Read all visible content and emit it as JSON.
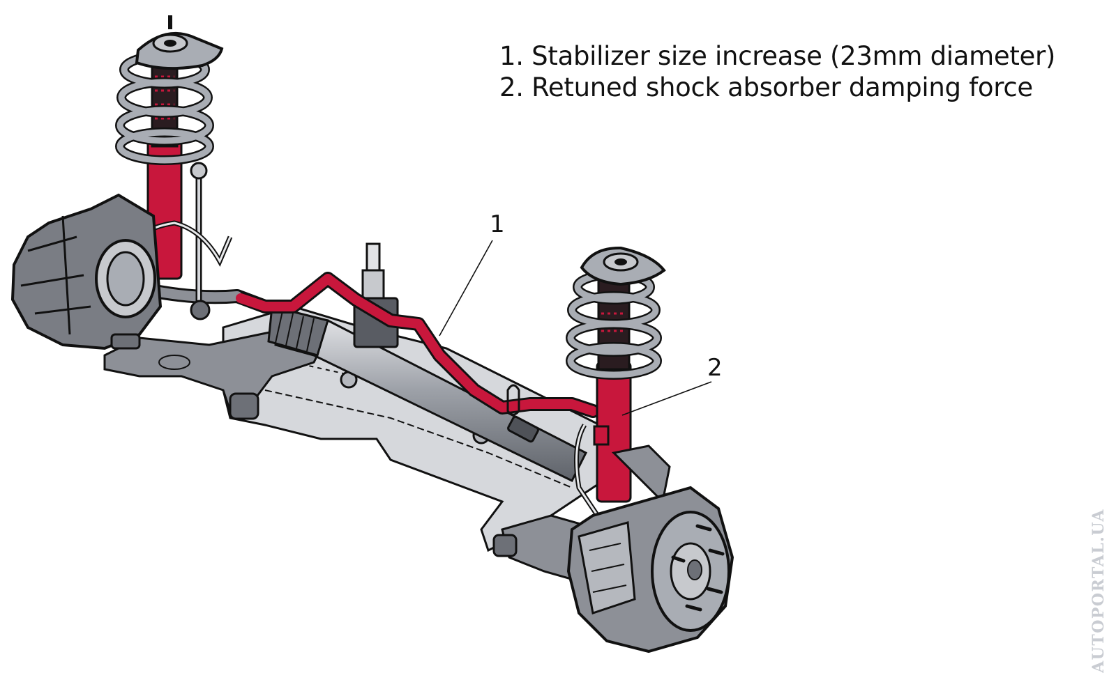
{
  "legend": {
    "items": [
      {
        "number": "1.",
        "text": "Stabilizer size increase (23mm diameter)"
      },
      {
        "number": "2.",
        "text": "Retuned shock absorber damping force"
      }
    ]
  },
  "callouts": [
    {
      "label": "1",
      "refers_to": "stabilizer-bar"
    },
    {
      "label": "2",
      "refers_to": "shock-absorber"
    }
  ],
  "watermark": "AUTOPORTAL.UA",
  "colors": {
    "highlight_red": "#c8173c",
    "part_gray": "#a9adb4",
    "light_gray": "#d6d8dc",
    "dark_gray": "#6d7077",
    "outline": "#111111",
    "watermark": "#c9ccd2"
  }
}
